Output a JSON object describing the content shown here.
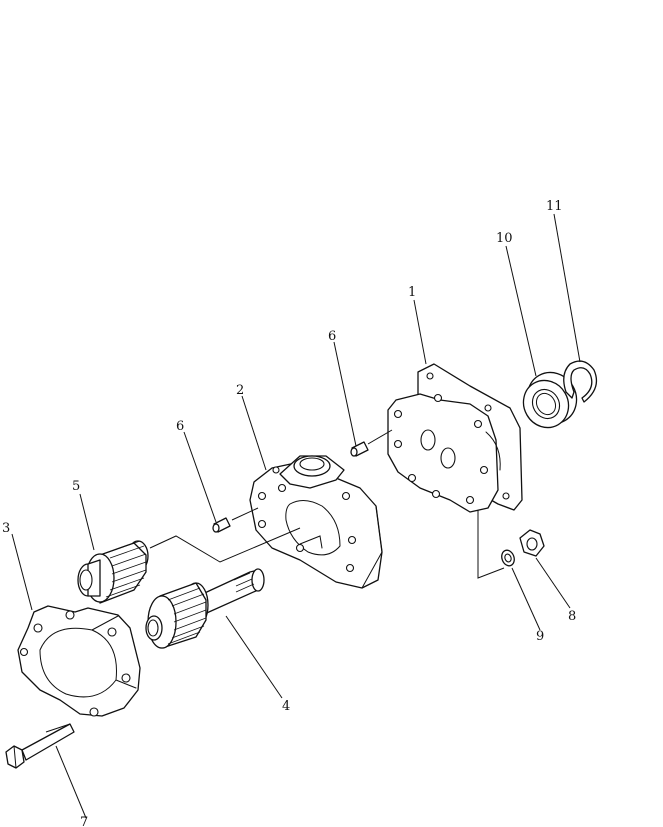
{
  "callouts": {
    "c1": "1",
    "c2": "2",
    "c3": "3",
    "c4": "4",
    "c5": "5",
    "c6a": "6",
    "c6b": "6",
    "c7": "7",
    "c8": "8",
    "c9": "9",
    "c10": "10",
    "c11": "11"
  },
  "colors": {
    "ink": "#111111",
    "paper": "#ffffff"
  }
}
